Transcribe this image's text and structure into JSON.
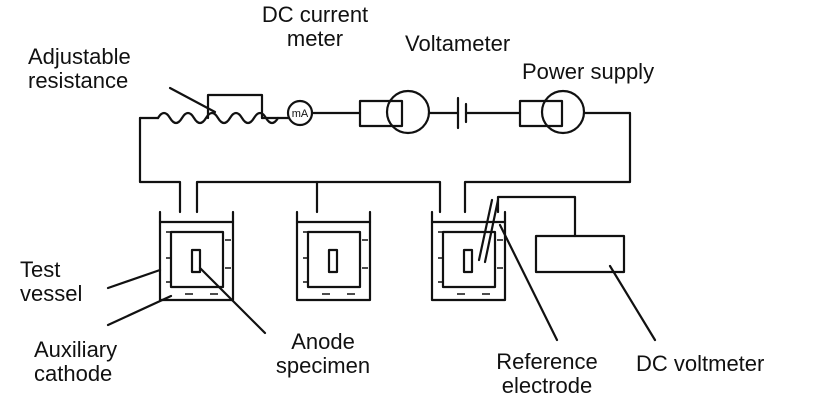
{
  "labels": {
    "dc_current_meter": [
      "DC current",
      "meter"
    ],
    "voltameter": "Voltameter",
    "power_supply": "Power supply",
    "adjustable_resistance": [
      "Adjustable",
      "resistance"
    ],
    "test_vessel": [
      "Test",
      "vessel"
    ],
    "auxiliary_cathode": [
      "Auxiliary",
      "cathode"
    ],
    "anode_specimen": [
      "Anode",
      "specimen"
    ],
    "reference_electrode": [
      "Reference",
      "electrode"
    ],
    "dc_voltmeter": "DC voltmeter"
  },
  "symbols": {
    "ammeter": "mA"
  }
}
